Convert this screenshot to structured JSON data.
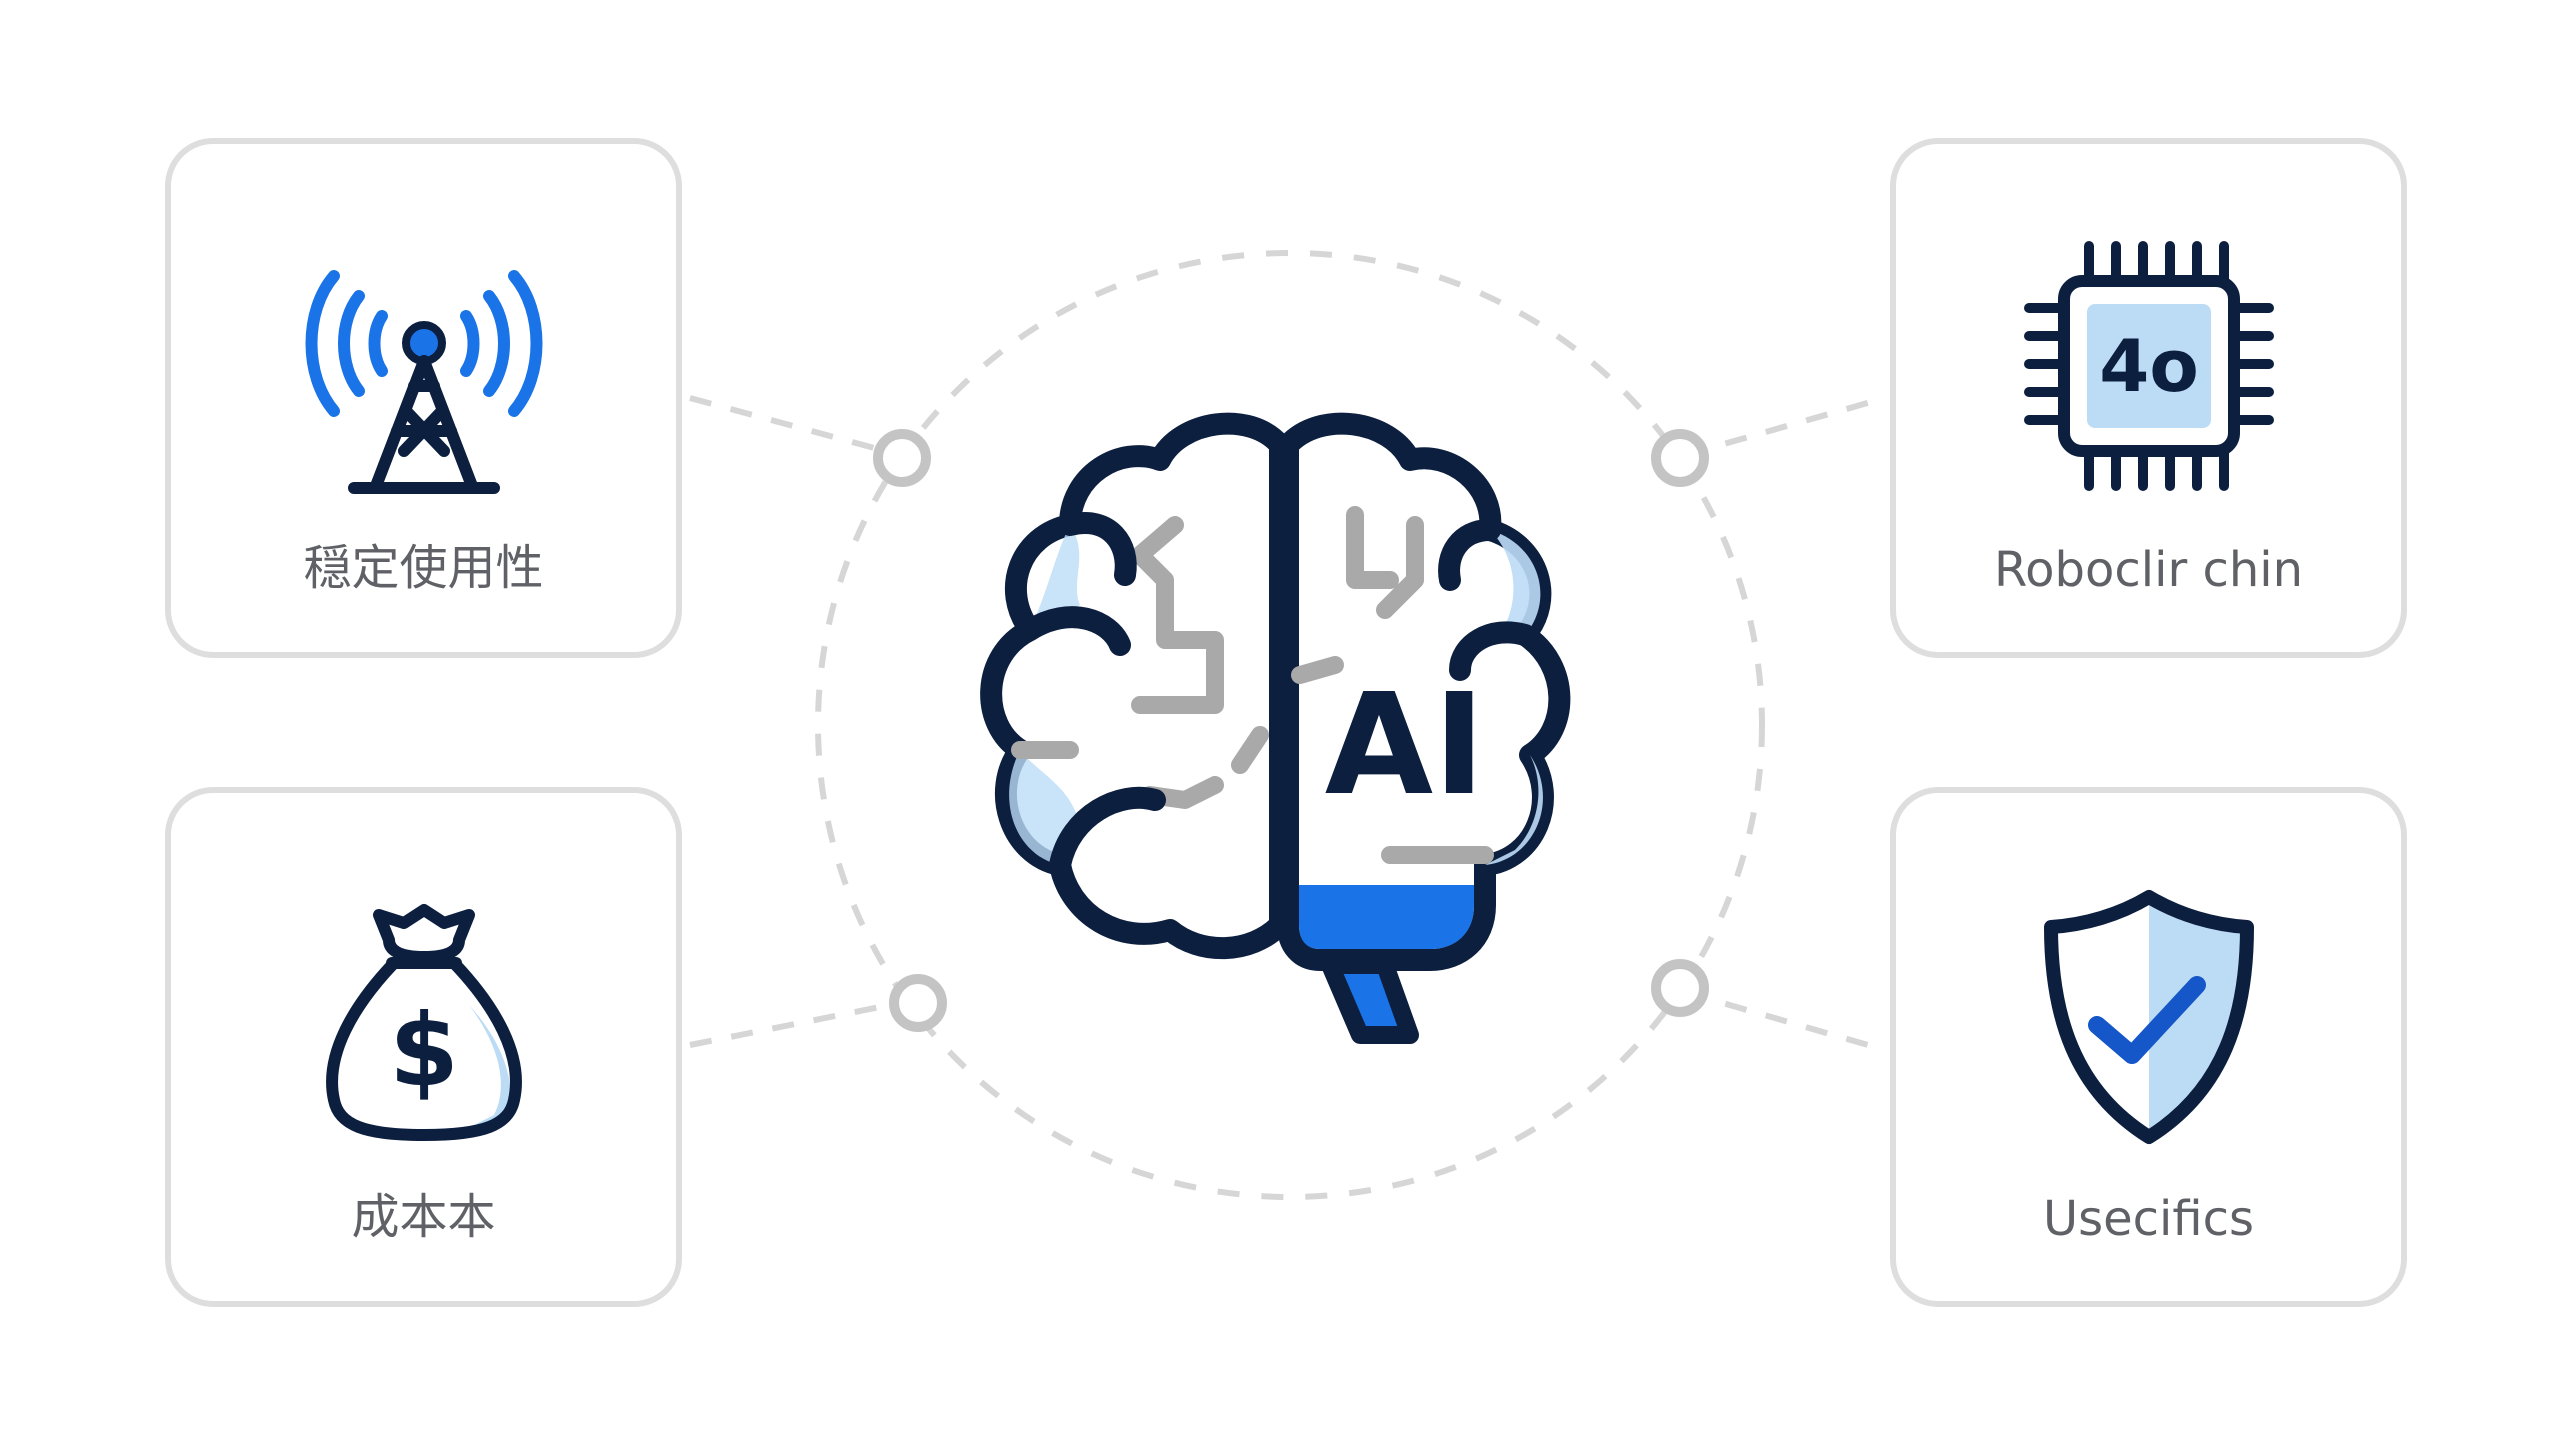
{
  "center": {
    "badge": "AI"
  },
  "cards": {
    "top_left": {
      "label": "穏定使用性",
      "icon": "signal-tower-icon"
    },
    "bottom_left": {
      "label": "成本本",
      "icon": "money-bag-icon"
    },
    "top_right": {
      "label": "Roboclir chin",
      "icon": "cpu-chip-icon",
      "chip_text": "4o"
    },
    "bottom_right": {
      "label": "Usecifics",
      "icon": "shield-check-icon"
    }
  },
  "colors": {
    "navy": "#0d1f3f",
    "blue": "#1a74e8",
    "light_blue": "#bcdcf6",
    "gray_line": "#cfcfcf",
    "node_gray": "#c4c4c4",
    "label_gray": "#5f6166"
  }
}
